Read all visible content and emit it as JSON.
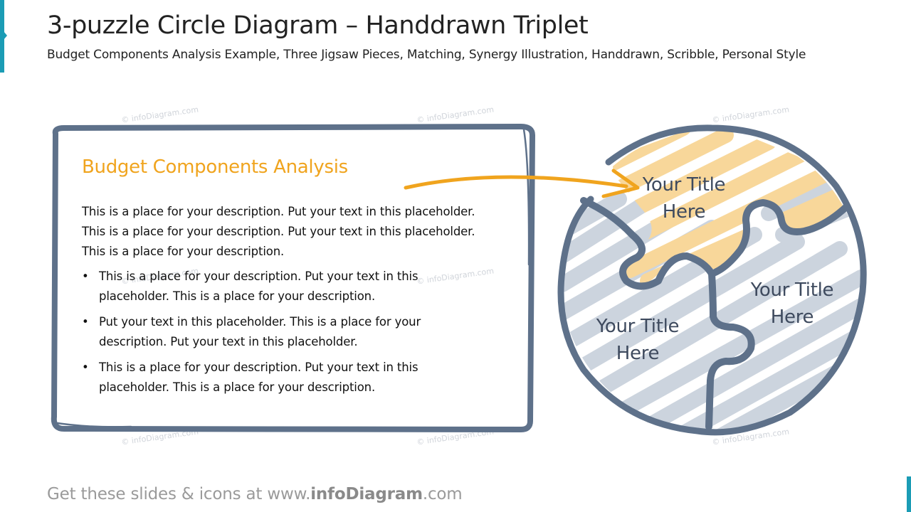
{
  "header": {
    "title": "3-puzzle Circle Diagram – Handdrawn Triplet",
    "subtitle": "Budget Components Analysis Example, Three Jigsaw Pieces, Matching, Synergy Illustration, Handdrawn, Scribble, Personal Style"
  },
  "panel": {
    "heading": "Budget Components Analysis",
    "paragraph": "This is a place for your description. Put your text in this placeholder. This is a place for your description. Put your text in this placeholder. This is a place for your description.",
    "bullets": [
      "This is a place for your description. Put your text in this placeholder. This is a place for your description.",
      "Put your text in this placeholder. This is a place for your description. Put your text in this placeholder.",
      "This is a place for your description. Put your text in this placeholder. This is a place for your description."
    ]
  },
  "diagram": {
    "pieces": [
      {
        "label_line1": "Your Title",
        "label_line2": "Here",
        "color": "#f8d79a",
        "highlighted": true
      },
      {
        "label_line1": "Your Title",
        "label_line2": "Here",
        "color": "#ccd4de",
        "highlighted": false
      },
      {
        "label_line1": "Your Title",
        "label_line2": "Here",
        "color": "#ccd4de",
        "highlighted": false
      }
    ],
    "outline_color": "#5e718a",
    "arrow_color": "#f0a41e"
  },
  "watermark": "© infoDiagram.com",
  "footer": {
    "prefix": "Get these slides & icons at www.",
    "brand": "infoDiagram",
    "suffix": ".com"
  },
  "colors": {
    "accent": "#1b9cb5",
    "heading": "#f0a41e",
    "frame": "#5e718a"
  }
}
